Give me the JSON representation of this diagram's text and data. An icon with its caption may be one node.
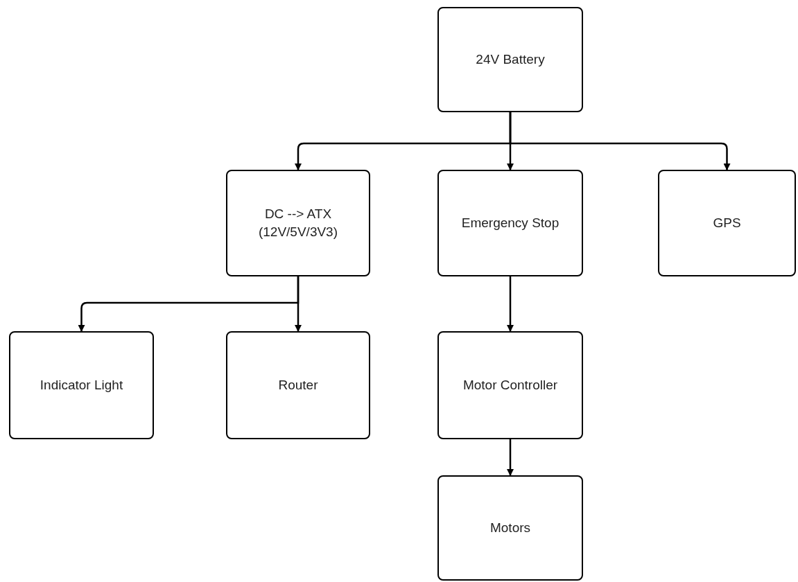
{
  "diagram": {
    "nodes": [
      {
        "text": [
          "24V Battery"
        ]
      },
      {
        "text": [
          "DC --> ATX (12V/5V/3V3)"
        ]
      },
      {
        "text": [
          "Emergency Stop"
        ]
      },
      {
        "text": [
          "GPS"
        ]
      },
      {
        "text": [
          "Indicator Light"
        ]
      },
      {
        "text": [
          "Router"
        ]
      },
      {
        "text": [
          "Motor Controller"
        ]
      },
      {
        "text": [
          "Motors"
        ]
      }
    ],
    "edges": [
      {
        "from": 0,
        "to": 1,
        "arrow": "to"
      },
      {
        "from": 0,
        "to": 2,
        "arrow": "to"
      },
      {
        "from": 0,
        "to": 3,
        "arrow": "to"
      },
      {
        "from": 1,
        "to": 4,
        "arrow": "to"
      },
      {
        "from": 1,
        "to": 5,
        "arrow": "to"
      },
      {
        "from": 2,
        "to": 6,
        "arrow": "to"
      },
      {
        "from": 6,
        "to": 7,
        "arrow": "to"
      }
    ]
  }
}
